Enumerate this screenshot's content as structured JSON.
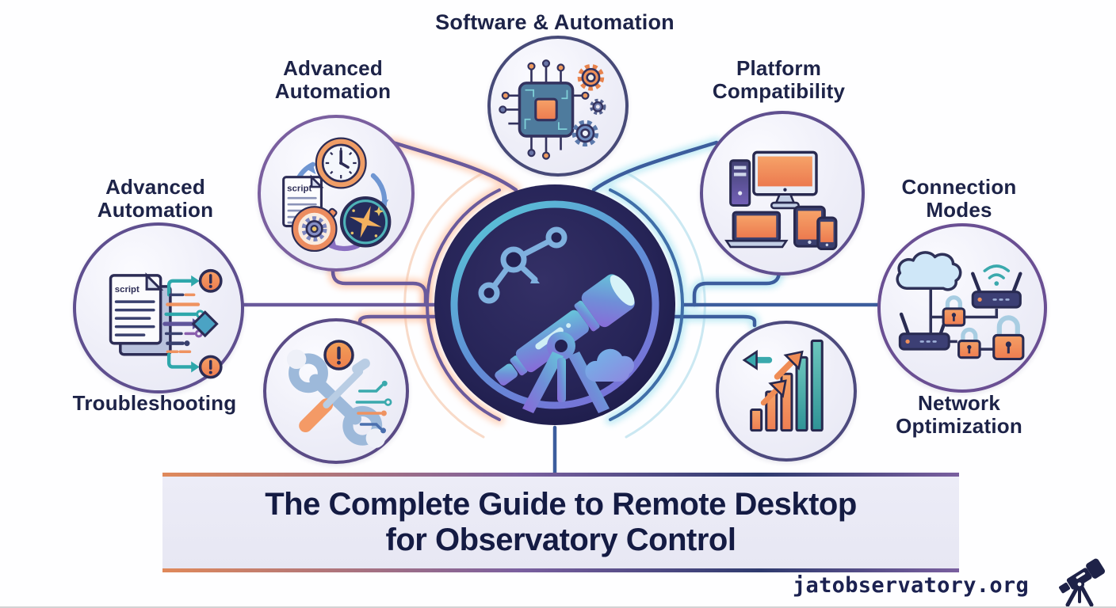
{
  "title": {
    "line1": "The Complete Guide to Remote Desktop",
    "line2": "for Observatory Control"
  },
  "footer": {
    "site": "jatobservatory.org"
  },
  "nodes": {
    "top": {
      "label": "Software & Automation"
    },
    "top_left": {
      "label_line1": "Advanced",
      "label_line2": "Automation"
    },
    "top_right": {
      "label_line1": "Platform",
      "label_line2": "Compatibility"
    },
    "left": {
      "label_top_line1": "Advanced",
      "label_top_line2": "Automation",
      "label_bottom": "Troubleshooting"
    },
    "right": {
      "label_top_line1": "Connection",
      "label_top_line2": "Modes",
      "label_bottom_line1": "Network",
      "label_bottom_line2": "Optimization"
    }
  },
  "icons": {
    "script_label": "script"
  },
  "colors": {
    "accent_orange": "#ee8a55",
    "accent_teal": "#35a8ad",
    "accent_purple": "#6a5a9c",
    "accent_navy": "#3c5d9d",
    "text_dark": "#1d2348",
    "center_bg": "#232152"
  }
}
